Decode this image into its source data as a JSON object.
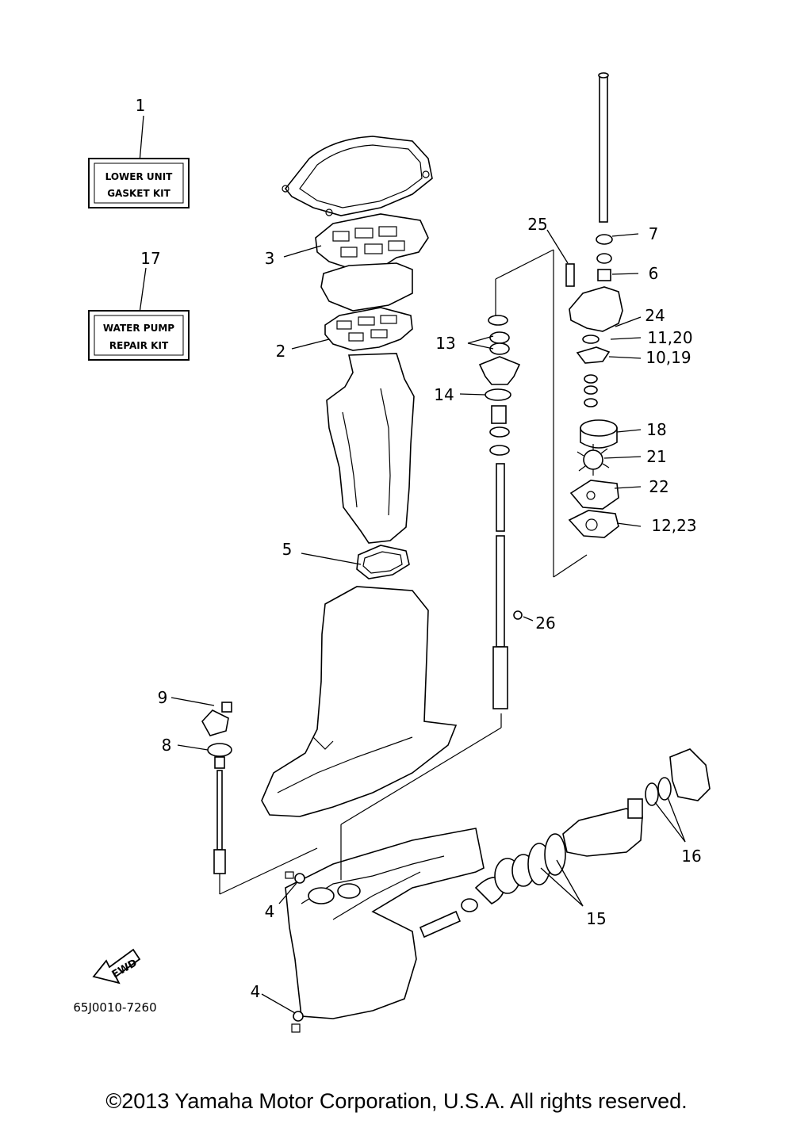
{
  "kits": [
    {
      "number": "1",
      "line1": "LOWER UNIT",
      "line2": "GASKET KIT"
    },
    {
      "number": "17",
      "line1": "WATER PUMP",
      "line2": "REPAIR KIT"
    }
  ],
  "callouts": {
    "c3": "3",
    "c2": "2",
    "c5": "5",
    "c25": "25",
    "c7": "7",
    "c6": "6",
    "c24": "24",
    "c11_20": "11,20",
    "c10_19": "10,19",
    "c13": "13",
    "c14": "14",
    "c18": "18",
    "c21": "21",
    "c22": "22",
    "c12_23": "12,23",
    "c26": "26",
    "c9": "9",
    "c8": "8",
    "c16": "16",
    "c15": "15",
    "c4a": "4",
    "c4b": "4"
  },
  "fwd_label": "FWD",
  "drawing_number": "65J0010-7260",
  "copyright": "©2013 Yamaha Motor Corporation, U.S.A. All rights reserved."
}
